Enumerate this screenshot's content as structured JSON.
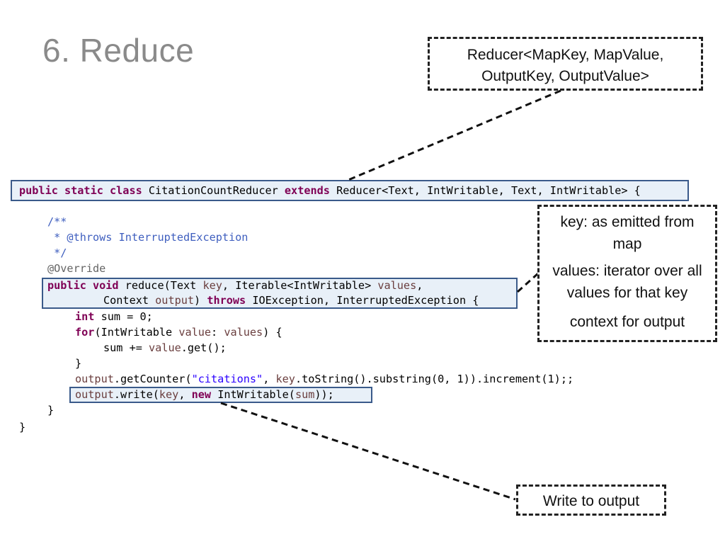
{
  "slide": {
    "title": "6. Reduce"
  },
  "callouts": {
    "reducer_signature": "Reducer<MapKey, MapValue, OutputKey, OutputValue>",
    "params": {
      "key": "key: as emitted from map",
      "values": "values: iterator over all values for that key",
      "context": "context for output"
    },
    "write": "Write to output"
  },
  "code": {
    "line1": {
      "kw": "public static class",
      "name": " CitationCountReducer ",
      "kw2": "extends",
      "rest": " Reducer<Text, IntWritable, Text, IntWritable> {"
    },
    "comment1": "/**",
    "comment2": " * @throws InterruptedException",
    "comment3": " */",
    "override": "@Override",
    "sig1": {
      "kw": "public void",
      "a": " reduce(Text ",
      "v1": "key",
      "b": ", Iterable<IntWritable> ",
      "v2": "values",
      "c": ","
    },
    "sig2": {
      "a": "Context ",
      "v1": "output",
      "b": ") ",
      "kw": "throws",
      "c": " IOException, InterruptedException {"
    },
    "sum_decl": {
      "kw": "int",
      "rest": " sum = 0;"
    },
    "for_line": {
      "kw": "for",
      "a": "(IntWritable ",
      "v1": "value",
      "b": ": ",
      "v2": "values",
      "c": ") {"
    },
    "sum_add": {
      "v1": "sum",
      "a": " += ",
      "v2": "value",
      "b": ".get();"
    },
    "close_for": "}",
    "counter": {
      "v1": "output",
      "a": ".getCounter(",
      "str": "\"citations\"",
      "b": ", ",
      "v2": "key",
      "c": ".toString().substring(0, 1)).increment(1);;"
    },
    "write": {
      "v1": "output",
      "a": ".write(",
      "v2": "key",
      "b": ", ",
      "kw": "new",
      "c": " IntWritable(",
      "v3": "sum",
      "d": "));"
    },
    "close_method": "}",
    "close_class": "}"
  }
}
